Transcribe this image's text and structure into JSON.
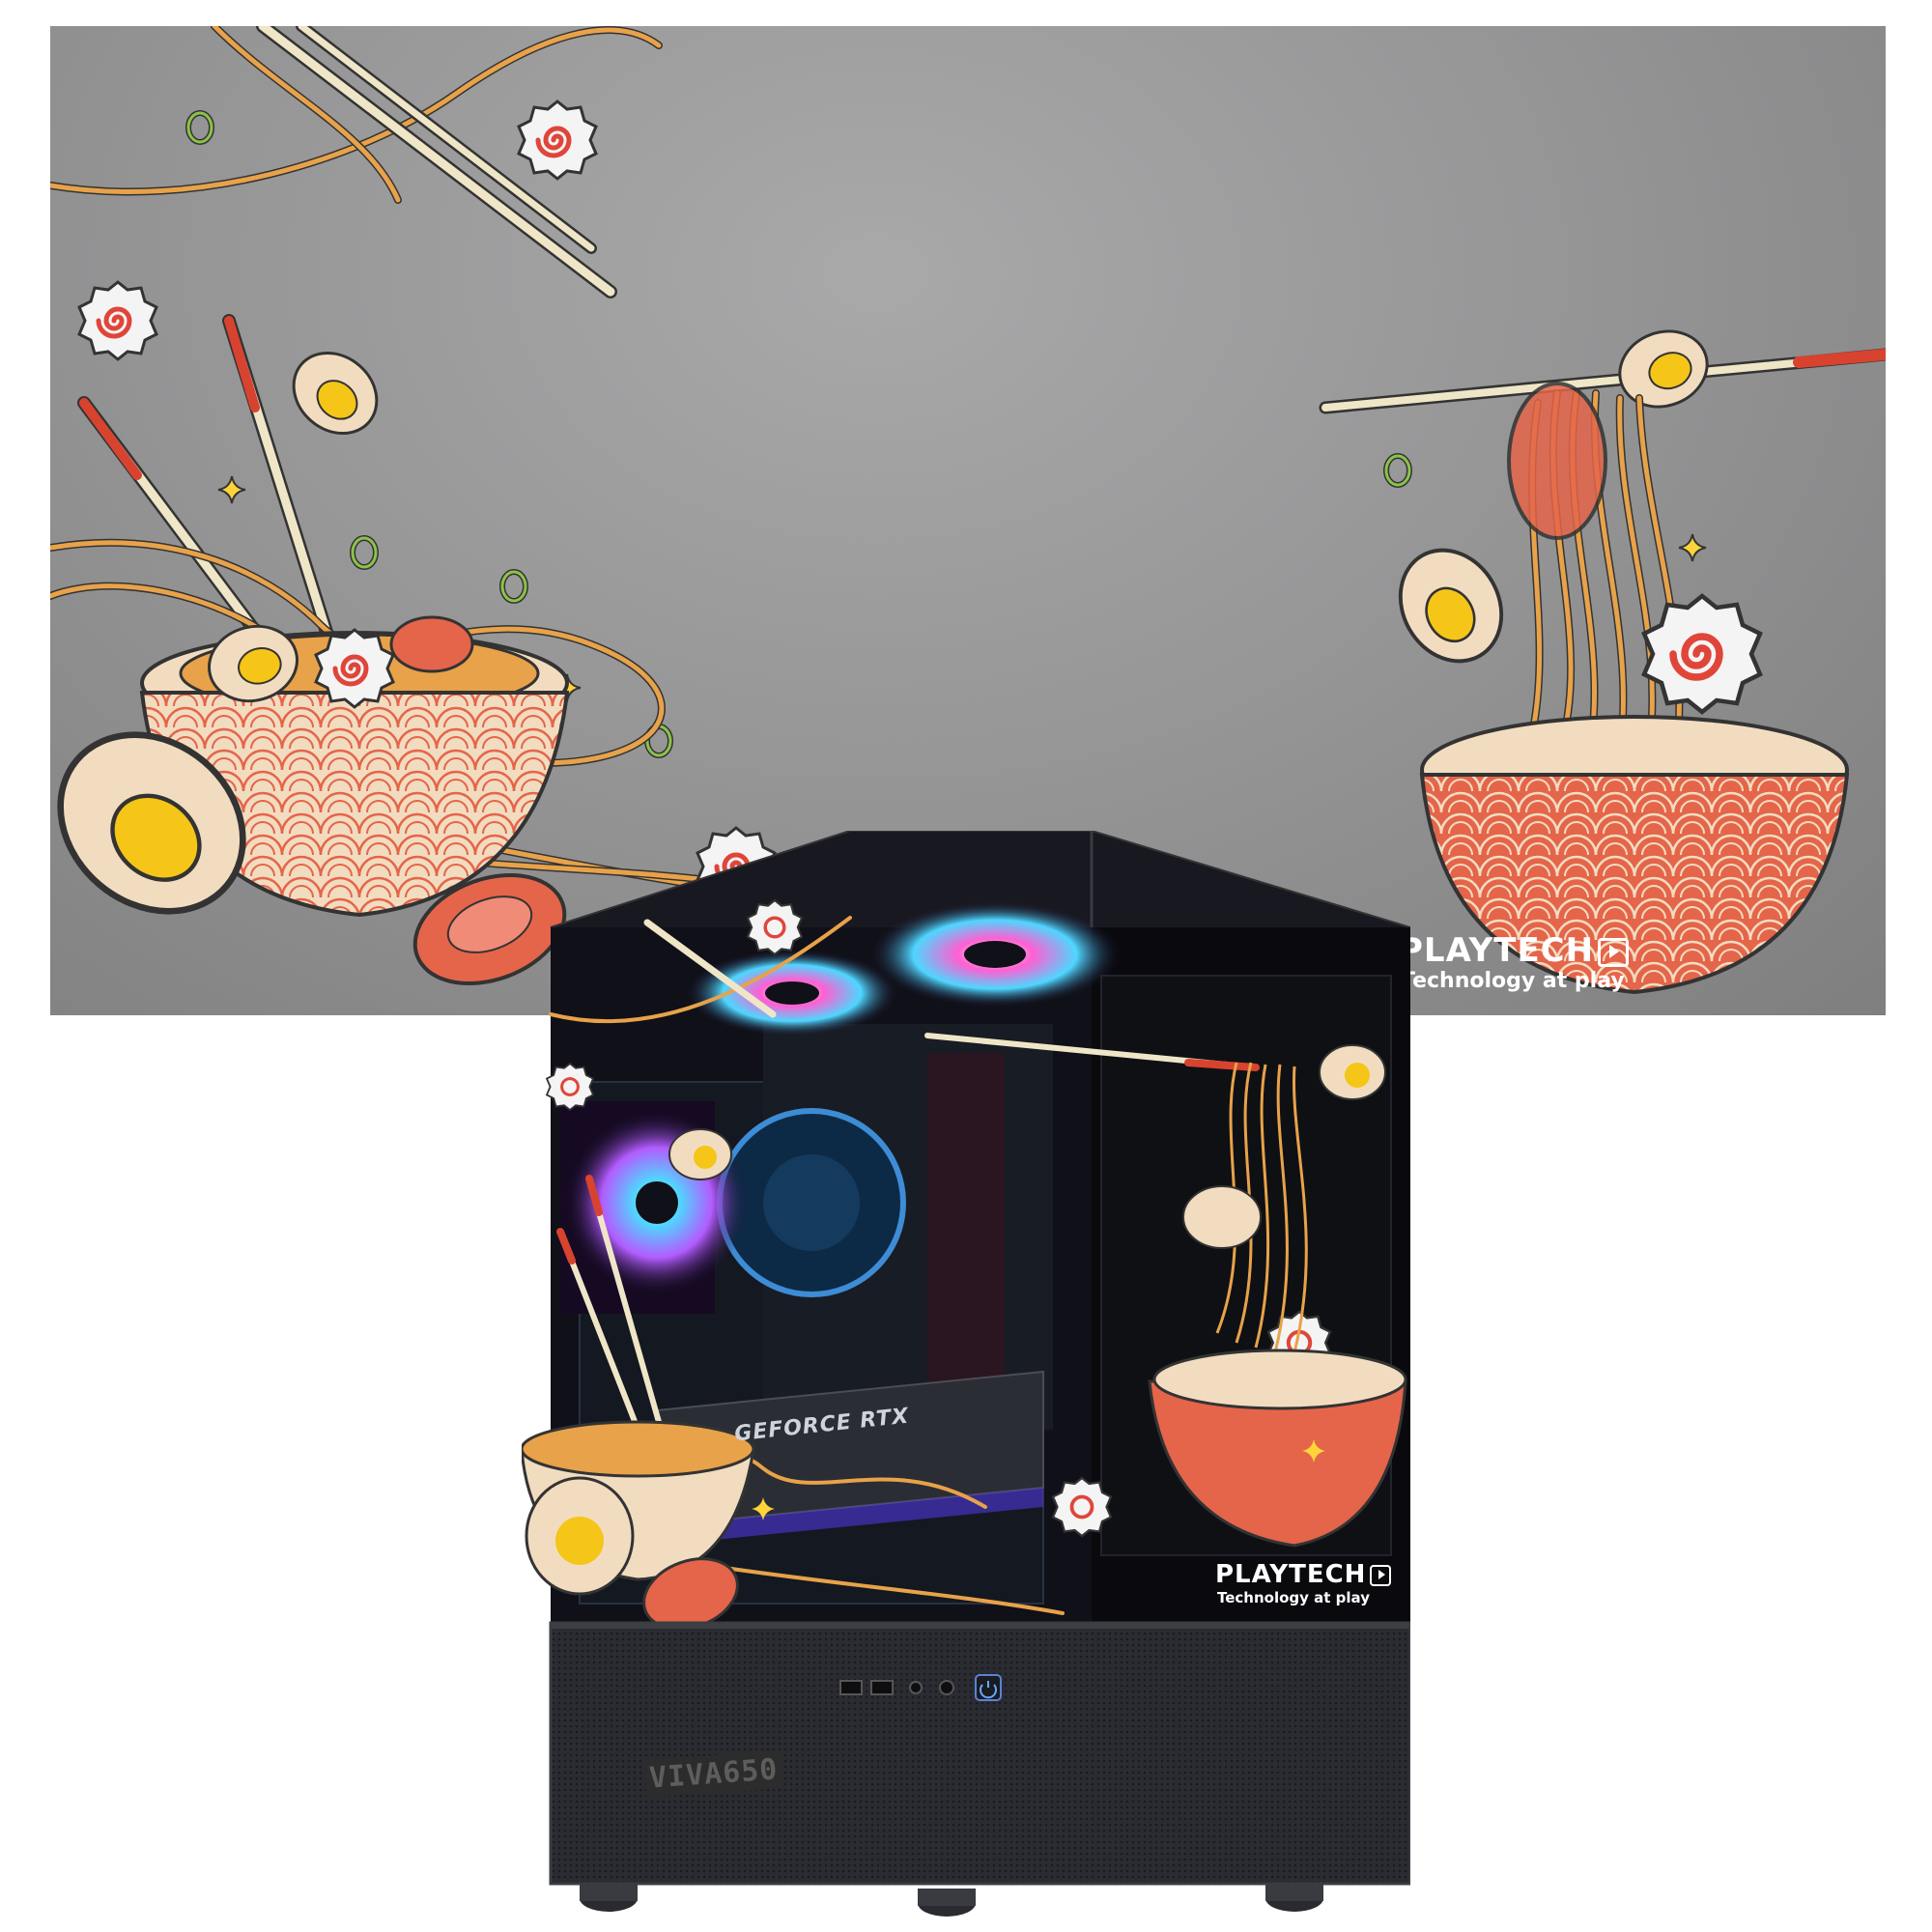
{
  "mousepad": {
    "brand": "PLAYTECH",
    "tagline": "Technology at play",
    "background_color": "#979798"
  },
  "pc_case": {
    "brand": "PLAYTECH",
    "tagline": "Technology at play",
    "gpu_label": "GEFORCE RTX",
    "psu_label": "VIVA650"
  },
  "colors": {
    "noodle": "#e8a24a",
    "bowl_cream": "#f2dcc0",
    "bowl_red": "#e5654a",
    "egg_yolk": "#f5c518",
    "chopstick_red": "#d8432f",
    "case_black": "#0d0d12",
    "rgb_cyan": "#4fd6ff",
    "rgb_pink": "#ff5fd2"
  },
  "icons": [
    "narutomaki-icon",
    "chopsticks-icon",
    "egg-icon",
    "sparkle-icon",
    "power-button-icon",
    "usb-port-icon"
  ]
}
